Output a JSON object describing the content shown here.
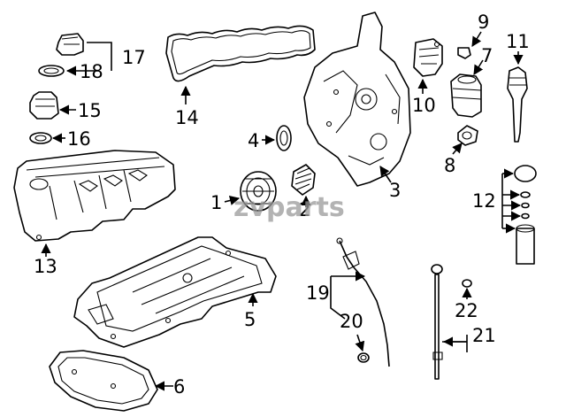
{
  "diagram": {
    "callouts": {
      "c1": "1",
      "c2": "2",
      "c3": "3",
      "c4": "4",
      "c5": "5",
      "c6": "6",
      "c7": "7",
      "c8": "8",
      "c9": "9",
      "c10": "10",
      "c11": "11",
      "c12": "12",
      "c13": "13",
      "c14": "14",
      "c15": "15",
      "c16": "16",
      "c17": "17",
      "c18": "18",
      "c19": "19",
      "c20": "20",
      "c21": "21",
      "c22": "22"
    },
    "watermark": "zvparts"
  },
  "colors": {
    "line": "#000000",
    "background": "#ffffff",
    "watermark": "#9a9a9a"
  }
}
